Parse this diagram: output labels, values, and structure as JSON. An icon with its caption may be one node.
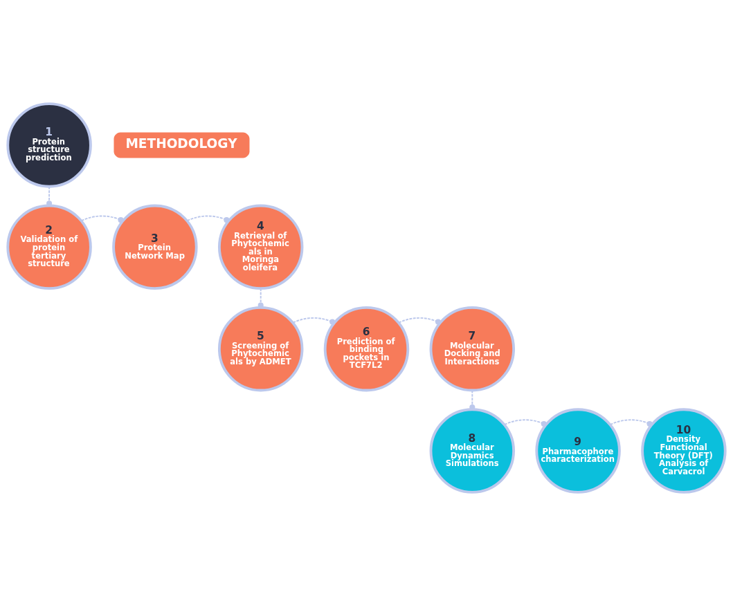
{
  "diagram": {
    "nodes": [
      {
        "text": [
          "1",
          "Protein structure prediction"
        ]
      },
      {
        "text": [
          "2",
          "Validation of protein tertiary structure"
        ]
      },
      {
        "text": [
          "3",
          "Protein Network Map"
        ]
      },
      {
        "text": [
          "4",
          "Retrieval of Phytochemic als in Moringa oleifera"
        ]
      },
      {
        "text": [
          "5",
          "Screening of Phytochemic als by ADMET"
        ]
      },
      {
        "text": [
          "6",
          "Prediction of binding pockets in TCF7L2"
        ]
      },
      {
        "text": [
          "7",
          "Molecular Docking and Interactions"
        ]
      },
      {
        "text": [
          "8",
          "Molecular Dynamics Simulations"
        ]
      },
      {
        "text": [
          "9",
          "Pharmacophore characterization"
        ]
      },
      {
        "text": [
          "10",
          "Density Functional Theory (DFT) Analysis of Carvacrol"
        ]
      },
      {
        "text": [
          "METHODOLOGY"
        ]
      }
    ],
    "edges": [
      {
        "from": 0,
        "to": 1,
        "arrow": "other",
        "style": "dashed"
      },
      {
        "from": 1,
        "to": 2,
        "arrow": "other",
        "style": "dashed"
      },
      {
        "from": 2,
        "to": 3,
        "arrow": "other",
        "style": "dashed"
      },
      {
        "from": 3,
        "to": 4,
        "arrow": "other",
        "style": "dashed"
      },
      {
        "from": 4,
        "to": 5,
        "arrow": "other",
        "style": "dashed"
      },
      {
        "from": 5,
        "to": 6,
        "arrow": "other",
        "style": "dashed"
      },
      {
        "from": 6,
        "to": 7,
        "arrow": "other",
        "style": "dashed"
      },
      {
        "from": 7,
        "to": 8,
        "arrow": "other",
        "style": "dashed"
      },
      {
        "from": 8,
        "to": 9,
        "arrow": "other",
        "style": "dashed"
      }
    ]
  }
}
